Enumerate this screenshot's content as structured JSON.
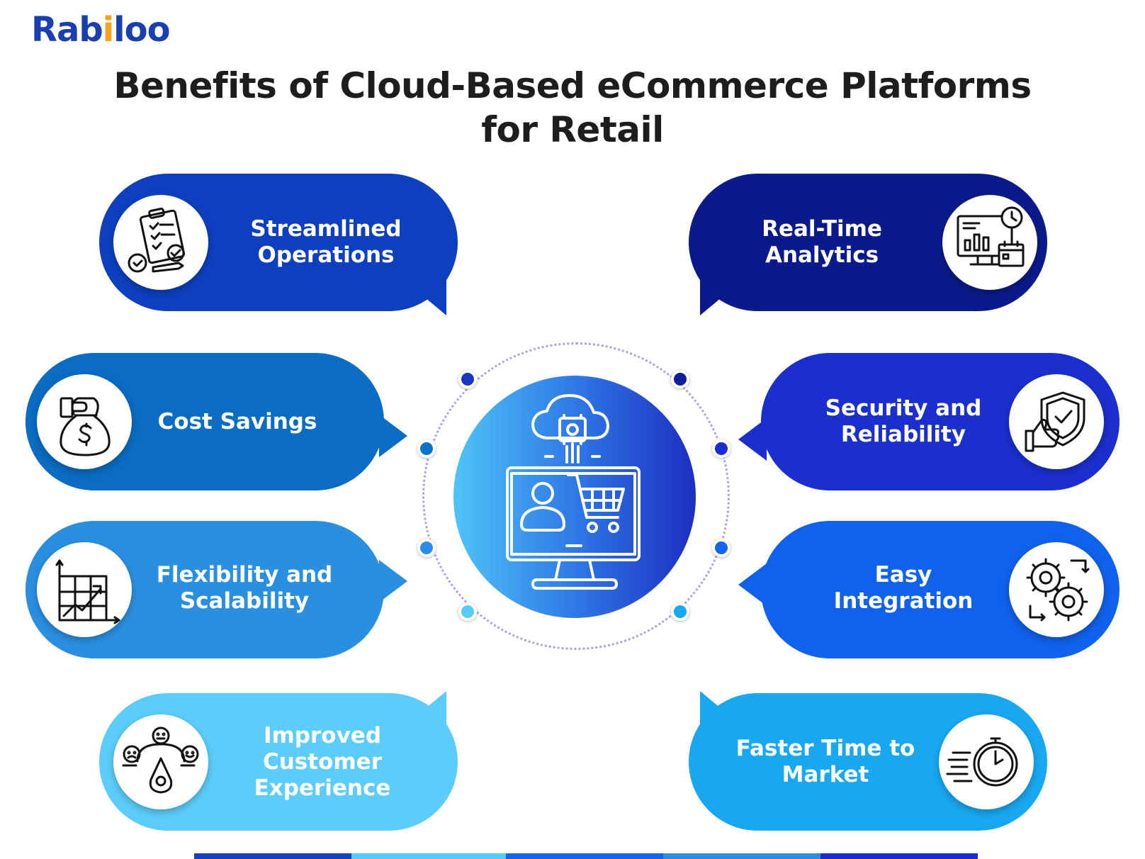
{
  "logo": {
    "text_pre": "Rab",
    "text_dot": "i",
    "text_post": "loo"
  },
  "title": {
    "line1": "Benefits of Cloud-Based eCommerce Platforms",
    "line2": "for Retail"
  },
  "benefits": [
    {
      "line1": "Streamlined",
      "line2": "Operations",
      "line3": "",
      "icon": "clipboard-checklist-icon",
      "color": "#0d3fbf"
    },
    {
      "line1": "Real-Time",
      "line2": "Analytics",
      "line3": "",
      "icon": "analytics-dashboard-icon",
      "color": "#0a1a8a"
    },
    {
      "line1": "Cost Savings",
      "line2": "",
      "line3": "",
      "icon": "money-bag-icon",
      "color": "#0a6cc2"
    },
    {
      "line1": "Security and",
      "line2": "Reliability",
      "line3": "",
      "icon": "shield-thumbs-up-icon",
      "color": "#1b2fcd"
    },
    {
      "line1": "Flexibility and",
      "line2": "Scalability",
      "line3": "",
      "icon": "growth-chart-icon",
      "color": "#2b8fe0"
    },
    {
      "line1": "Easy",
      "line2": "Integration",
      "line3": "",
      "icon": "gears-integration-icon",
      "color": "#1061ec"
    },
    {
      "line1": "Improved",
      "line2": "Customer",
      "line3": "Experience",
      "icon": "customer-feedback-icon",
      "color": "#5ccdfa"
    },
    {
      "line1": "Faster Time to",
      "line2": "Market",
      "line3": "",
      "icon": "stopwatch-icon",
      "color": "#18a8f2"
    }
  ],
  "center": {
    "icon": "cloud-ecommerce-computer-icon"
  },
  "colors": {
    "marker_dots": [
      "#1736c4",
      "#0d1f9b",
      "#0b73c5",
      "#1b2ccf",
      "#2a8ee3",
      "#1265ec",
      "#56cdf9",
      "#19a9f3"
    ],
    "footer_bar": [
      "#1641c0",
      "#56cdf9",
      "#1265ec",
      "#2a8ee3",
      "#1b2ccf"
    ]
  }
}
